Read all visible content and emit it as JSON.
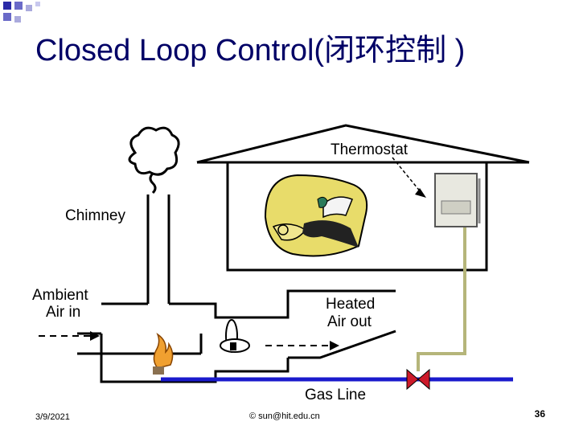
{
  "slide": {
    "title": "Closed Loop Control(闭环控制 )",
    "date": "3/9/2021",
    "copyright": "© sun@hit.edu.cn",
    "page_number": "36"
  },
  "diagram": {
    "labels": {
      "thermostat": "Thermostat",
      "chimney": "Chimney",
      "ambient_air_line1": "Ambient",
      "ambient_air_line2": "Air in",
      "heated_air_line1": "Heated",
      "heated_air_line2": "Air out",
      "gas_line": "Gas Line"
    },
    "colors": {
      "house_outline": "#000000",
      "gas_pipe": "#1a1acc",
      "signal_wire": "#b5b57a",
      "valve": "#cc1a2a",
      "title": "#000066",
      "bullet_squares": "#2a2aa8"
    }
  }
}
